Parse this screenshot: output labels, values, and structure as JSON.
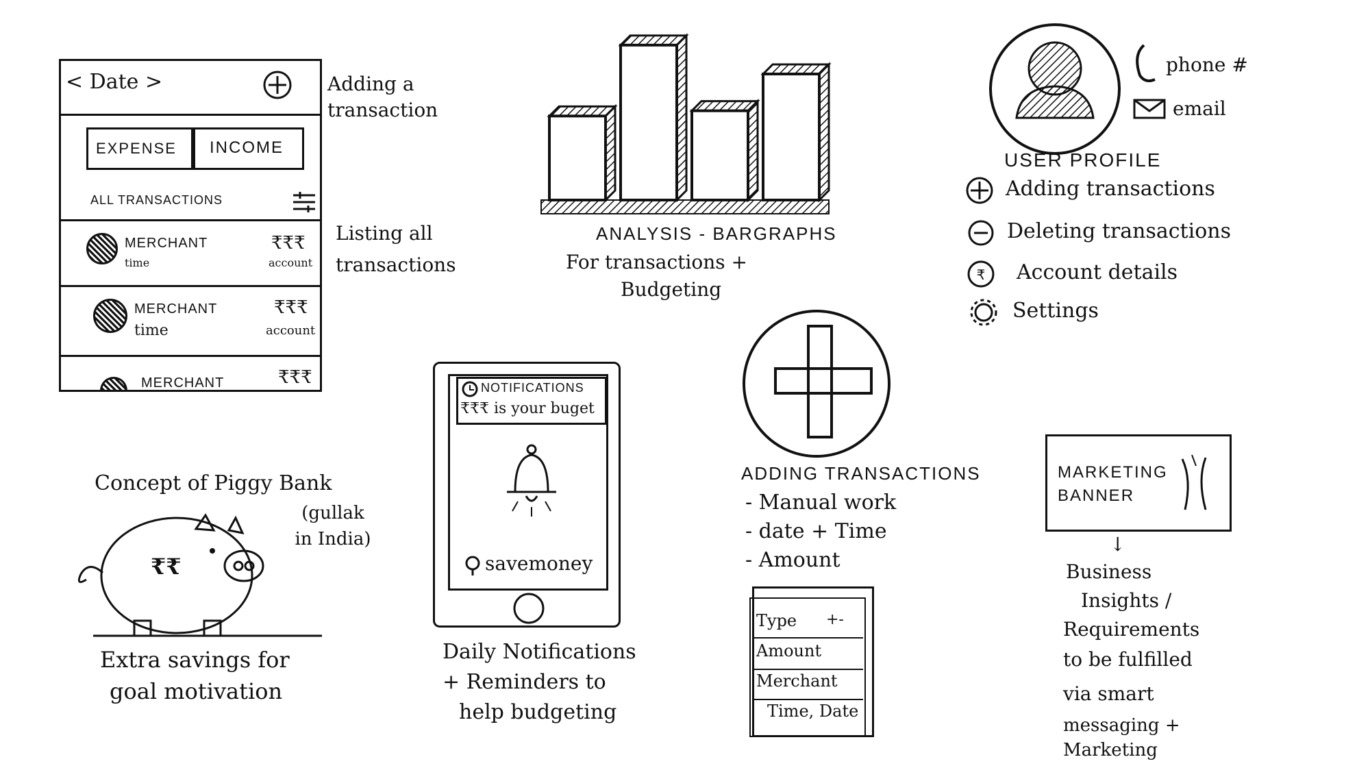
{
  "transaction_screen": {
    "date_nav": "< Date >",
    "add_icon": "plus-circle-icon",
    "tab_expense": "EXPENSE",
    "tab_income": "INCOME",
    "list_title": "ALL TRANSACTIONS",
    "filter_icon": "filter-icon",
    "rows": [
      {
        "merchant": "MERCHANT",
        "time": "time",
        "amount": "₹₹₹",
        "account": "account"
      },
      {
        "merchant": "MERCHANT",
        "time": "time",
        "amount": "₹₹₹",
        "account": "account"
      },
      {
        "merchant": "MERCHANT",
        "time": "",
        "amount": "₹₹₹",
        "account": ""
      }
    ],
    "note_add": "Adding a transaction",
    "note_list": "Listing all transactions"
  },
  "analysis": {
    "caption_line1": "ANALYSIS - BARGRAPHS",
    "caption_line2": "For transactions +",
    "caption_line3": "Budgeting"
  },
  "chart_data": {
    "type": "bar",
    "title": "",
    "categories": [
      "",
      "",
      "",
      ""
    ],
    "values": [
      3.2,
      5.9,
      3.4,
      4.8
    ],
    "xlabel": "",
    "ylabel": "",
    "ylim": [
      0,
      6
    ]
  },
  "profile": {
    "phone": "phone #",
    "email": "email",
    "title": "USER PROFILE",
    "items": [
      {
        "icon": "plus-circle-icon",
        "label": "Adding transactions"
      },
      {
        "icon": "minus-circle-icon",
        "label": "Deleting transactions"
      },
      {
        "icon": "rupee-circle-icon",
        "label": "Account details"
      },
      {
        "icon": "gear-icon",
        "label": "Settings"
      }
    ]
  },
  "piggy": {
    "title": "Concept of Piggy Bank",
    "note": "(gullak in India)",
    "coin_label": "₹₹",
    "caption_line1": "Extra savings for",
    "caption_line2": "goal motivation"
  },
  "notification": {
    "header": "NOTIFICATIONS",
    "message": "₹₹₹ is your buget",
    "footer": "savemoney",
    "caption_line1": "Daily Notifications",
    "caption_line2": "+ Reminders to",
    "caption_line3": "help budgeting"
  },
  "adding": {
    "title": "ADDING TRANSACTIONS",
    "points": [
      "- Manual work",
      "- date + Time",
      "- Amount"
    ],
    "form": {
      "type": "Type",
      "type_toggle": "+-",
      "amount": "Amount",
      "merchant": "Merchant",
      "time": "Time, Date"
    }
  },
  "marketing": {
    "banner_line1": "MARKETING",
    "banner_line2": "BANNER",
    "arrow": "↓",
    "caption_lines": [
      "Business",
      "Insights /",
      "Requirements",
      "to be fulfilled",
      "via smart",
      "messaging +",
      "Marketing"
    ]
  }
}
